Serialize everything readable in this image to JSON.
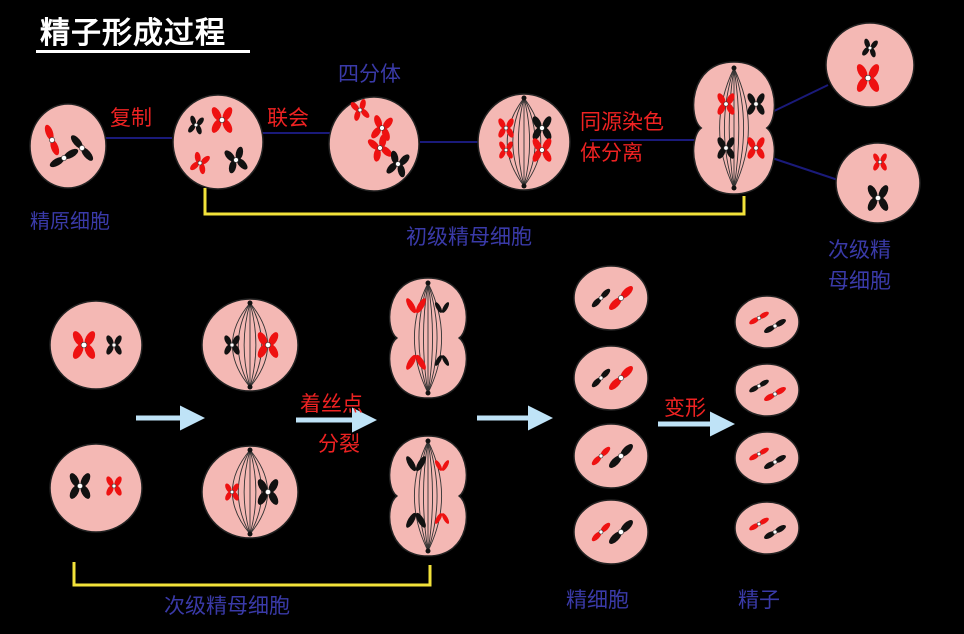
{
  "title": "精子形成过程",
  "labels": {
    "spermatogonium": "精原细胞",
    "replication": "复制",
    "synapsis": "联会",
    "tetrad": "四分体",
    "homolog_sep_1": "同源染色",
    "homolog_sep_2": "体分离",
    "primary_spermatocyte": "初级精母细胞",
    "secondary_spermatocyte_1": "次级精",
    "secondary_spermatocyte_2": "母细胞",
    "centromere_1": "着丝点",
    "centromere_2": "分裂",
    "deformation": "变形",
    "secondary_spermatocyte_bottom": "次级精母细胞",
    "spermatid": "精细胞",
    "sperm": "精子"
  },
  "colors": {
    "background": "#000000",
    "cell_fill": "#f4b8b4",
    "chromosome_red": "#ee1111",
    "chromosome_black": "#111111",
    "label_red": "#ee2222",
    "label_blue": "#3a3aa8",
    "bracket_yellow": "#f2e23a",
    "arrow": "#bfe3f7"
  }
}
